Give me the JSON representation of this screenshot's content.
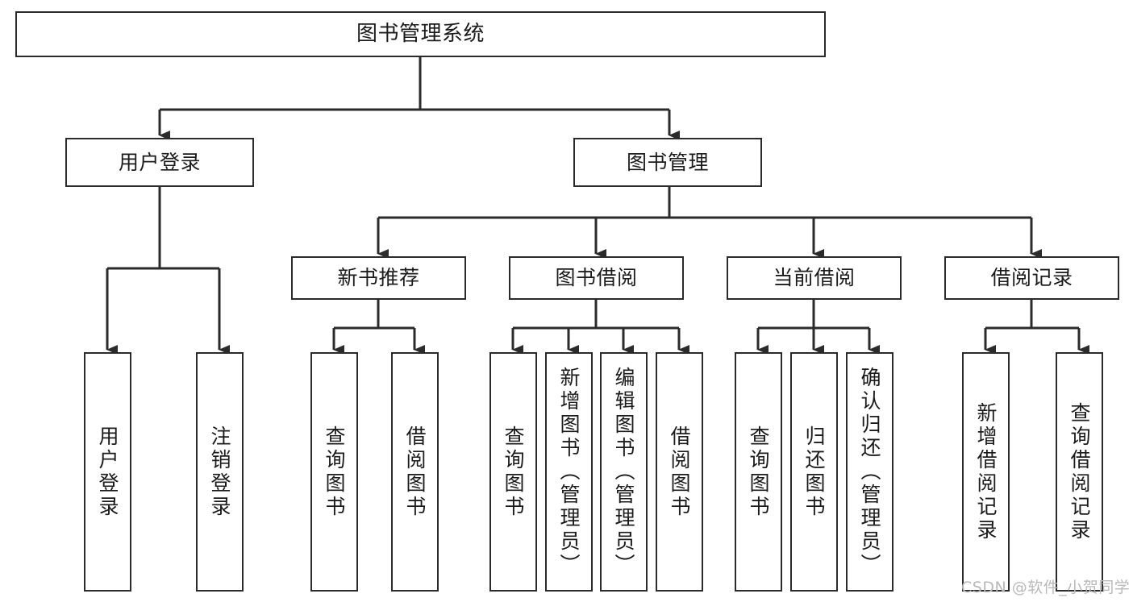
{
  "diagram": {
    "type": "tree-hierarchy-diagram",
    "title": "图书管理系统",
    "orientation": "top-down",
    "box_fill": "#ffffff",
    "box_stroke": "#2b2b2b",
    "connector_color": "#2b2b2b",
    "background": "#ffffff"
  },
  "nodes": {
    "root": {
      "label": "图书管理系统",
      "level": 1,
      "text_orientation": "horizontal"
    },
    "l2": [
      {
        "id": "user-login",
        "label": "用户登录",
        "level": 2,
        "text_orientation": "horizontal"
      },
      {
        "id": "book-manage",
        "label": "图书管理",
        "level": 2,
        "text_orientation": "horizontal"
      }
    ],
    "l3": [
      {
        "id": "new-book-recommend",
        "label": "新书推荐",
        "level": 3,
        "text_orientation": "horizontal"
      },
      {
        "id": "book-borrow",
        "label": "图书借阅",
        "level": 3,
        "text_orientation": "horizontal"
      },
      {
        "id": "current-borrow",
        "label": "当前借阅",
        "level": 3,
        "text_orientation": "horizontal"
      },
      {
        "id": "borrow-record",
        "label": "借阅记录",
        "level": 3,
        "text_orientation": "horizontal"
      }
    ],
    "leaves": [
      {
        "id": "leaf-user-login",
        "label": "用户登录",
        "parent": "user-login",
        "text_orientation": "vertical"
      },
      {
        "id": "leaf-user-logout",
        "label": "注销登录",
        "parent": "user-login",
        "text_orientation": "vertical"
      },
      {
        "id": "leaf-query-book-1",
        "label": "查询图书",
        "parent": "new-book-recommend",
        "text_orientation": "vertical"
      },
      {
        "id": "leaf-borrow-book-1",
        "label": "借阅图书",
        "parent": "new-book-recommend",
        "text_orientation": "vertical"
      },
      {
        "id": "leaf-query-book-2",
        "label": "查询图书",
        "parent": "book-borrow",
        "text_orientation": "vertical"
      },
      {
        "id": "leaf-add-book",
        "label": "新增图书（管理员）",
        "parent": "book-borrow",
        "text_orientation": "vertical"
      },
      {
        "id": "leaf-edit-book",
        "label": "编辑图书（管理员）",
        "parent": "book-borrow",
        "text_orientation": "vertical"
      },
      {
        "id": "leaf-borrow-book-2",
        "label": "借阅图书",
        "parent": "book-borrow",
        "text_orientation": "vertical"
      },
      {
        "id": "leaf-query-book-3",
        "label": "查询图书",
        "parent": "current-borrow",
        "text_orientation": "vertical"
      },
      {
        "id": "leaf-return-book",
        "label": "归还图书",
        "parent": "current-borrow",
        "text_orientation": "vertical"
      },
      {
        "id": "leaf-confirm-return",
        "label": "确认归还（管理员）",
        "parent": "current-borrow",
        "text_orientation": "vertical"
      },
      {
        "id": "leaf-add-record",
        "label": "新增借阅记录",
        "parent": "borrow-record",
        "text_orientation": "vertical"
      },
      {
        "id": "leaf-query-record",
        "label": "查询借阅记录",
        "parent": "borrow-record",
        "text_orientation": "vertical"
      }
    ]
  },
  "watermark": {
    "text": "CSDN @软件_小贺同学",
    "color": "#b9b9b9"
  }
}
